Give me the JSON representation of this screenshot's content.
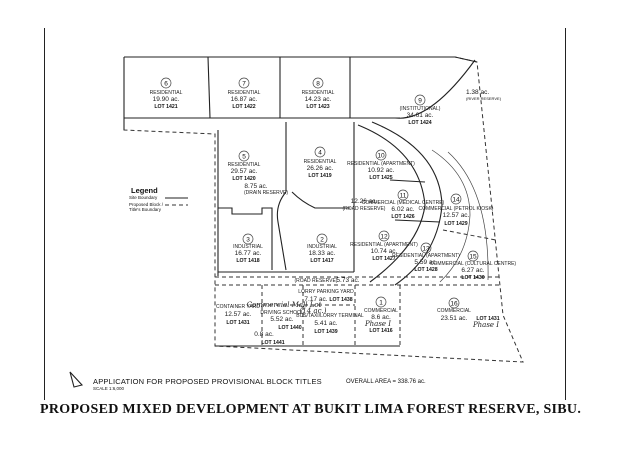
{
  "title": "PROPOSED MIXED DEVELOPMENT AT BUKIT LIMA FOREST RESERVE, SIBU.",
  "application": "APPLICATION FOR PROPOSED PROVISIONAL BLOCK TITLES",
  "scale": "SCALE 1:6,000",
  "overall_area": "OVERALL AREA = 338.76 ac.",
  "legend": {
    "title": "Legend",
    "items": [
      "Site Boundary",
      "Proposed Block / Title's Boundary"
    ]
  },
  "notes": {
    "reserve_area": "1.38 ac.",
    "reserve_label": "(RIVER RESERVE)",
    "drain_reserve": "8.75 ac.",
    "drain_reserve_label": "(DRAIN RESERVE)",
    "road_reserve_area": "12.26 ac.",
    "road_reserve_label": "(ROAD RESERVE)",
    "road_reserve_2": "(ROAD RESERVE)",
    "road_reserve_2_area": "5.73 ac."
  },
  "blocks": [
    {
      "number": "6",
      "use": "RESIDENTIAL",
      "area": "19.90 ac.",
      "lot": "LOT 1421"
    },
    {
      "number": "7",
      "use": "RESIDENTIAL",
      "area": "16.87 ac.",
      "lot": "LOT 1422"
    },
    {
      "number": "8",
      "use": "RESIDENTIAL",
      "area": "14.23 ac.",
      "lot": "LOT 1423"
    },
    {
      "number": "9",
      "use": "(INSTITUTIONAL)",
      "area": "34.61 ac.",
      "lot": "LOT 1424"
    },
    {
      "number": "5",
      "use": "RESIDENTIAL",
      "area": "29.57 ac.",
      "lot": "LOT 1420"
    },
    {
      "number": "4",
      "use": "RESIDENTIAL",
      "area": "26.26 ac.",
      "lot": "LOT 1419"
    },
    {
      "number": "10",
      "use": "RESIDENTIAL (APARTMENT)",
      "area": "10.92 ac.",
      "lot": "LOT 1425"
    },
    {
      "number": "11",
      "use": "COMMERCIAL (MEDICAL CENTRE)",
      "area": "6.02 ac.",
      "lot": "LOT 1426"
    },
    {
      "number": "14",
      "use": "COMMERCIAL (PETROL KIOSK)",
      "area": "12.57 ac.",
      "lot": "LOT 1429"
    },
    {
      "number": "3",
      "use": "INDUSTRIAL",
      "area": "16.77 ac.",
      "lot": "LOT 1418"
    },
    {
      "number": "2",
      "use": "INDUSTRIAL",
      "area": "18.33 ac.",
      "lot": "LOT 1417"
    },
    {
      "number": "12",
      "use": "RESIDENTIAL (APARTMENT)",
      "area": "10.74 ac.",
      "lot": "LOT 1427"
    },
    {
      "number": "13",
      "use": "RESIDENTIAL (APARTMENT)",
      "area": "5.59 ac.",
      "lot": "LOT 1428"
    },
    {
      "number": "15",
      "use": "COMMERCIAL (CULTURAL CENTRE)",
      "area": "6.27 ac.",
      "lot": "LOT 1430"
    },
    {
      "number": "1",
      "use": "COMMERCIAL",
      "area": "8.6 ac.",
      "lot": "LOT 1416"
    },
    {
      "number": "16",
      "use": "COMMERCIAL",
      "area": "23.51 ac.",
      "lot": "LOT 1431"
    }
  ],
  "south_strip": [
    {
      "use": "CONTAINER YARD",
      "area": "12.57 ac.",
      "lot": "LOT 1431"
    },
    {
      "use": "DRIVING SCHOOL",
      "area": "5.52 ac.",
      "lot": "LOT 1440"
    },
    {
      "use": "LORRY PARKING YARD",
      "area": "7.17 ac.",
      "lot": "LOT 1438"
    },
    {
      "use": "BUS/TAXI/LORRY TERMINAL",
      "area": "5.41 ac.",
      "lot": "LOT 1439"
    },
    {
      "use": "",
      "area": "0.8 ac.",
      "lot": "LOT 1441"
    }
  ],
  "handwritten": [
    "Commercial Mall Lot",
    "Phase I",
    "Phase I",
    "(14 ac.)"
  ]
}
